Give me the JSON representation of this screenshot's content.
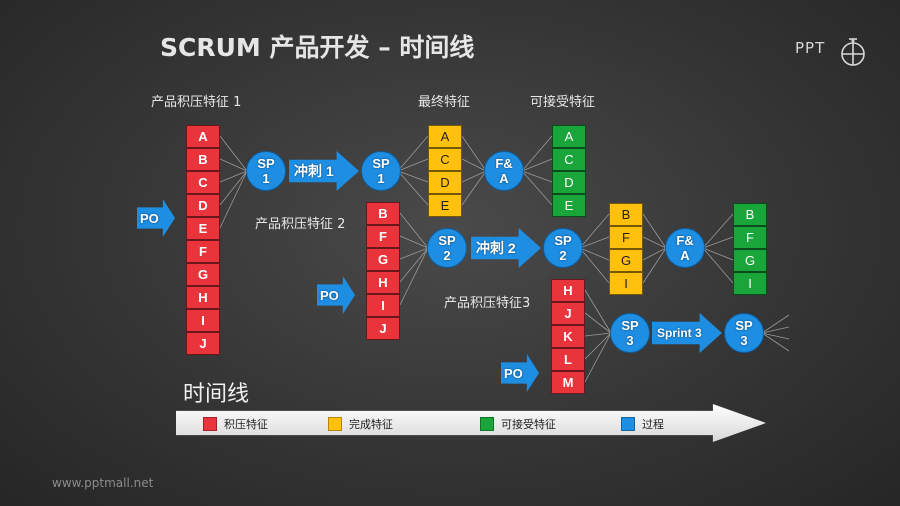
{
  "title": "SCRUM 产品开发 – 时间线",
  "logo_text": "PPT",
  "footer": "www.pptmall.net",
  "labels": {
    "backlog1": "产品积压特征 1",
    "final": "最终特征",
    "acceptable": "可接受特征",
    "backlog2": "产品积压特征 2",
    "backlog3": "产品积压特征3"
  },
  "stacks": {
    "backlog1": [
      "A",
      "B",
      "C",
      "D",
      "E",
      "F",
      "G",
      "H",
      "I",
      "J"
    ],
    "backlog2": [
      "B",
      "F",
      "G",
      "H",
      "I",
      "J"
    ],
    "backlog3": [
      "H",
      "J",
      "K",
      "L",
      "M"
    ],
    "done1": [
      "A",
      "C",
      "D",
      "E"
    ],
    "accept1": [
      "A",
      "C",
      "D",
      "E"
    ],
    "done2": [
      "B",
      "F",
      "G",
      "I"
    ],
    "accept2": [
      "B",
      "F",
      "G",
      "I"
    ]
  },
  "circles": {
    "sp1a": "SP\n1",
    "sp1b": "SP\n1",
    "fa1": "F&\nA",
    "sp2a": "SP\n2",
    "sp2b": "SP\n2",
    "fa2": "F&\nA",
    "sp3a": "SP\n3",
    "sp3b": "SP\n3"
  },
  "arrows": {
    "po1": "PO",
    "po2": "PO",
    "po3": "PO",
    "sprint1": "冲刺 1",
    "sprint2": "冲刺 2",
    "sprint3": "Sprint 3"
  },
  "timeline": {
    "title": "时间线",
    "legend": [
      {
        "label": "积压特征",
        "color": "#e8343a"
      },
      {
        "label": "完成特征",
        "color": "#ffc10d"
      },
      {
        "label": "可接受特征",
        "color": "#1aa53a"
      },
      {
        "label": "过程",
        "color": "#1e8ee3"
      }
    ]
  }
}
